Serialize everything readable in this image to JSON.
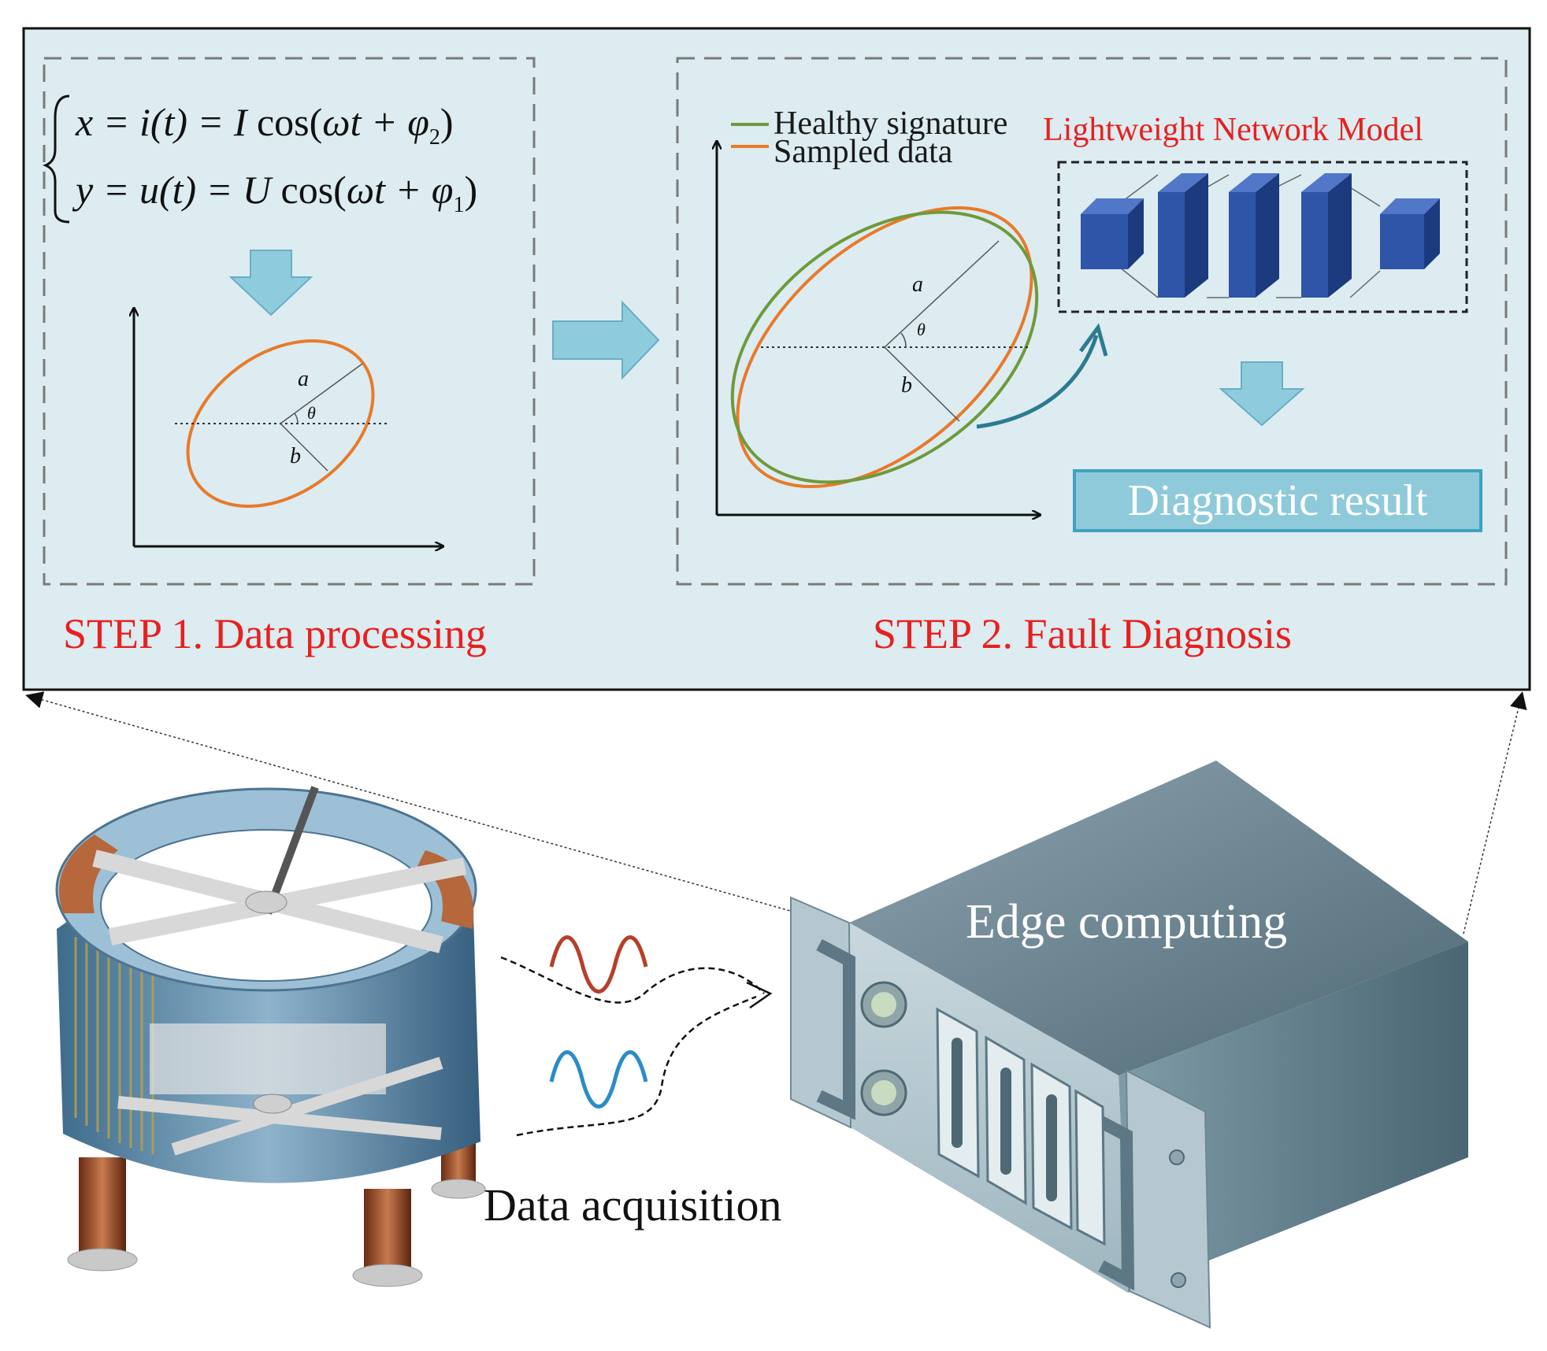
{
  "step1": {
    "title": "STEP 1. Data processing",
    "eq_x": {
      "lhs": "x",
      "mid": "i(t)",
      "amp": "I",
      "fn": "cos(",
      "arg": "ωt + φ",
      "sub": "2",
      "close": ")"
    },
    "eq_y": {
      "lhs": "y",
      "mid": "u(t)",
      "amp": "U",
      "fn": "cos(",
      "arg": "ωt + φ",
      "sub": "1",
      "close": ")"
    },
    "label_a": "a",
    "label_b": "b",
    "label_theta": "θ"
  },
  "step2": {
    "title": "STEP 2. Fault Diagnosis",
    "legend": [
      {
        "name": "Healthy signature",
        "color": "#6e9a3a"
      },
      {
        "name": "Sampled data",
        "color": "#e87a2a"
      }
    ],
    "label_a": "a",
    "label_b": "b",
    "label_theta": "θ",
    "network_title": "Lightweight Network Model",
    "result": "Diagnostic result"
  },
  "bottom": {
    "acquisition": "Data acquisition",
    "edge": "Edge computing"
  },
  "colors": {
    "panel_bg": "#dcecf1",
    "arrow_fill": "#8ecbdd",
    "block_front": "#2f55a8",
    "block_side": "#1c3a7e",
    "block_top": "#5277c8",
    "wave_red": "#b5402a",
    "wave_blue": "#2a8cc8"
  }
}
